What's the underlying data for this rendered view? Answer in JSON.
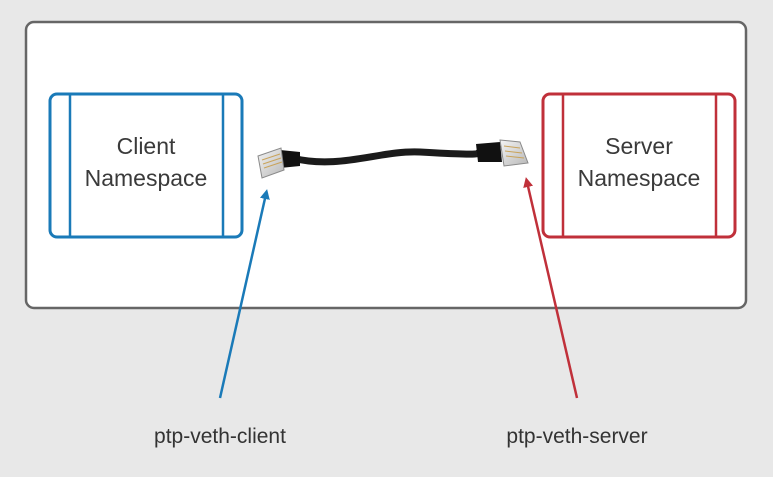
{
  "client": {
    "label_line1": "Client",
    "label_line2": "Namespace",
    "color": "#1a7ab8"
  },
  "server": {
    "label_line1": "Server",
    "label_line2": "Namespace",
    "color": "#c0303a"
  },
  "interfaces": {
    "client_label": "ptp-veth-client",
    "server_label": "ptp-veth-server"
  },
  "colors": {
    "background": "#e8e8e8",
    "host_box_stroke": "#666666",
    "host_box_fill": "#ffffff",
    "cable": "#1b1b1b"
  }
}
